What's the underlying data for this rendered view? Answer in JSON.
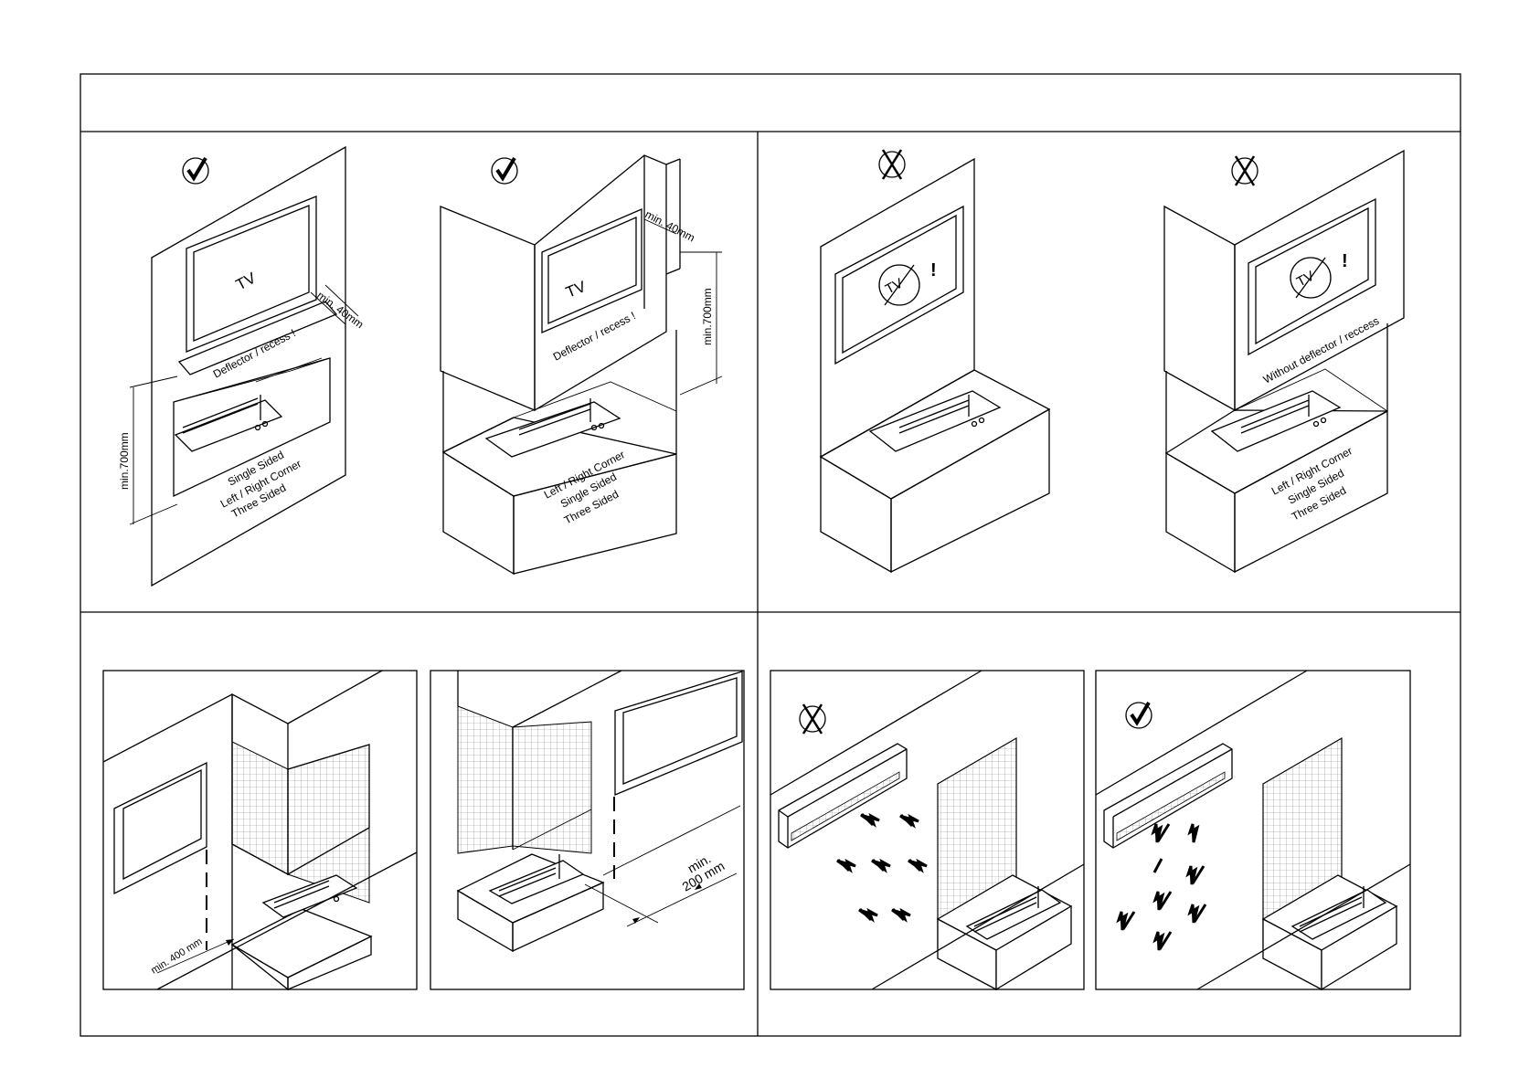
{
  "panel_a": {
    "tv_label": "TV",
    "deflector_label": "Deflector / recess !",
    "clearance_top": "min. 40mm",
    "clearance_side": "min.700mm",
    "variants": [
      "Single Sided",
      "Left / Right Corner",
      "Three Sided"
    ],
    "status": "allowed"
  },
  "panel_b": {
    "tv_label": "TV",
    "deflector_label": "Deflector / recess !",
    "clearance_top": "min. 40mm",
    "clearance_side": "min.700mm",
    "variants": [
      "Left / Right Corner",
      "Single Sided",
      "Three Sided"
    ],
    "status": "allowed"
  },
  "panel_c": {
    "tv_label": "TV",
    "warning_mark": "!",
    "status": "not-allowed"
  },
  "panel_d": {
    "tv_label": "TV",
    "warning_mark": "!",
    "without_label": "Without deflector / reccess",
    "variants": [
      "Left / Right Corner",
      "Single Sided",
      "Three Sided"
    ],
    "status": "not-allowed"
  },
  "panel_e": {
    "clearance": "min. 400 mm"
  },
  "panel_f": {
    "clearance_line1": "min.",
    "clearance_line2": "200 mm"
  },
  "panel_g": {
    "status": "not-allowed"
  },
  "panel_h": {
    "status": "allowed"
  },
  "icons": {
    "allowed": "check-circle-icon",
    "not_allowed": "cross-circle-icon",
    "no_tv": "no-tv-icon",
    "airflow": "airflow-arrow-icon",
    "burner": "burner-icon"
  }
}
